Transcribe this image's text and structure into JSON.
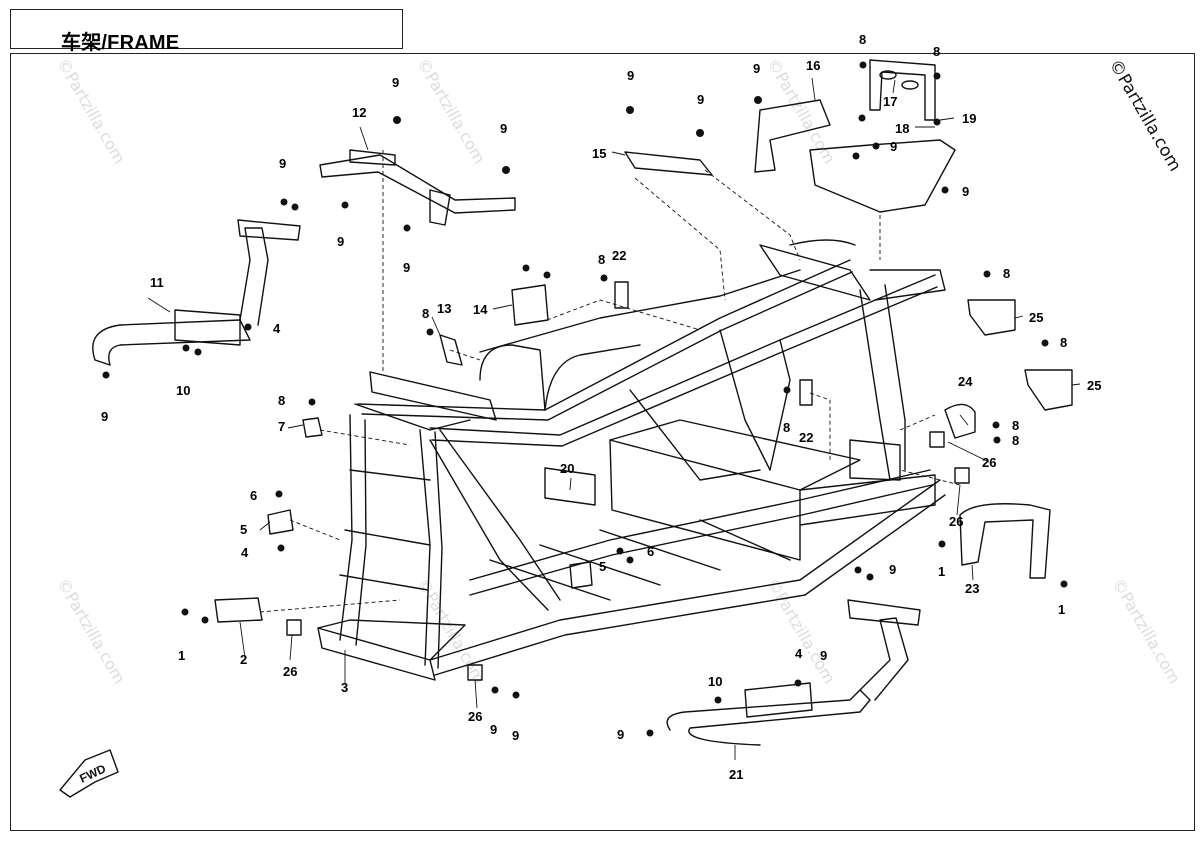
{
  "title": "车架/FRAME",
  "copyright": "©Partzilla.com",
  "watermark": "©Partzilla.com",
  "fwd_label": "FWD",
  "callouts": {
    "c1a": "1",
    "c1b": "1",
    "c1c": "1",
    "c2": "2",
    "c3": "3",
    "c4a": "4",
    "c4b": "4",
    "c4c": "4",
    "c5a": "5",
    "c5b": "5",
    "c6a": "6",
    "c6b": "6",
    "c7": "7",
    "c8a": "8",
    "c8b": "8",
    "c8c": "8",
    "c8d": "8",
    "c8e": "8",
    "c8f": "8",
    "c8g": "8",
    "c8h": "8",
    "c8i": "8",
    "c8j": "8",
    "c9a": "9",
    "c9b": "9",
    "c9c": "9",
    "c9d": "9",
    "c9e": "9",
    "c9f": "9",
    "c9g": "9",
    "c9h": "9",
    "c9i": "9",
    "c9j": "9",
    "c9k": "9",
    "c9l": "9",
    "c9m": "9",
    "c9n": "9",
    "c9o": "9",
    "c9p": "9",
    "c10a": "10",
    "c10b": "10",
    "c11": "11",
    "c12": "12",
    "c13": "13",
    "c14": "14",
    "c15": "15",
    "c16": "16",
    "c17": "17",
    "c18": "18",
    "c19": "19",
    "c20": "20",
    "c21": "21",
    "c22a": "22",
    "c22b": "22",
    "c23": "23",
    "c24": "24",
    "c25a": "25",
    "c25b": "25",
    "c26a": "26",
    "c26b": "26",
    "c26c": "26",
    "c26d": "26"
  }
}
